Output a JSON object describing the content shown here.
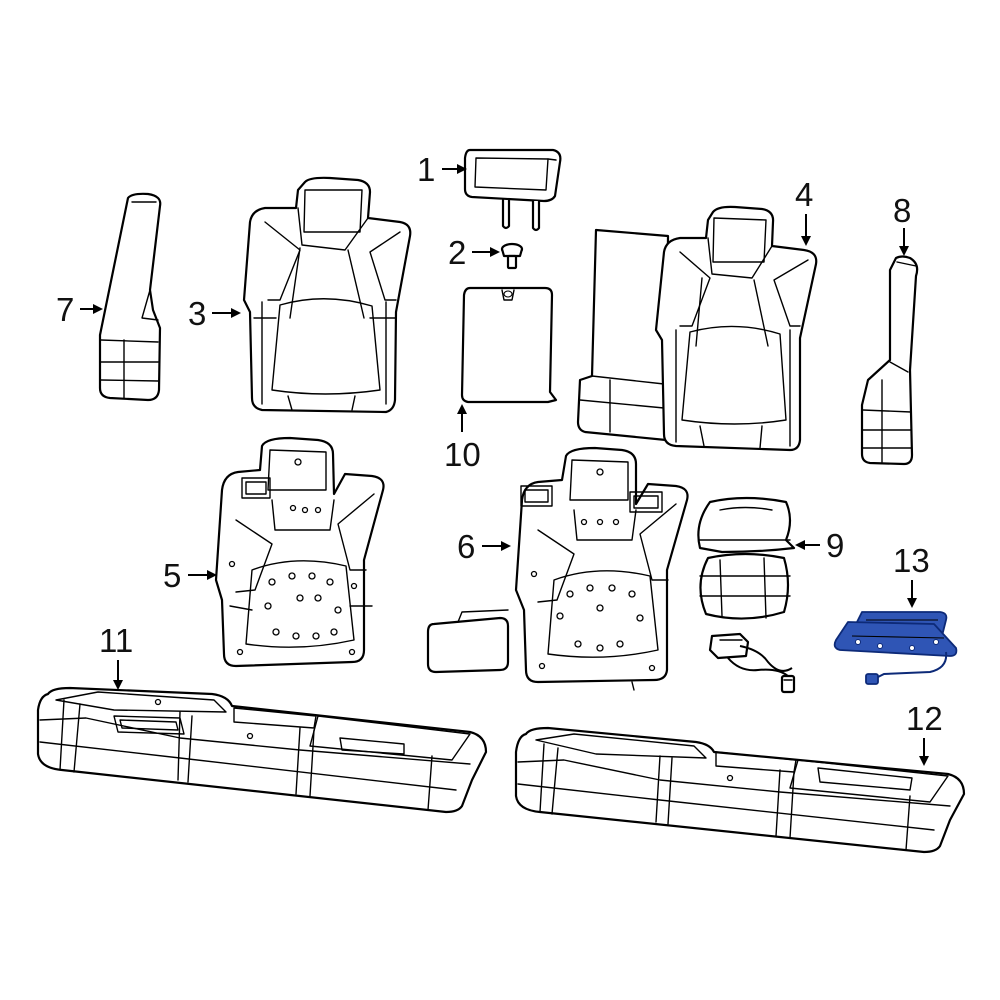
{
  "diagram": {
    "highlight_color": "#2f55b5",
    "highlight_stroke": "#0d2a78",
    "callouts": [
      {
        "id": "1",
        "label": "1"
      },
      {
        "id": "2",
        "label": "2"
      },
      {
        "id": "3",
        "label": "3"
      },
      {
        "id": "4",
        "label": "4"
      },
      {
        "id": "5",
        "label": "5"
      },
      {
        "id": "6",
        "label": "6"
      },
      {
        "id": "7",
        "label": "7"
      },
      {
        "id": "8",
        "label": "8"
      },
      {
        "id": "9",
        "label": "9"
      },
      {
        "id": "10",
        "label": "10"
      },
      {
        "id": "11",
        "label": "11"
      },
      {
        "id": "12",
        "label": "12"
      },
      {
        "id": "13",
        "label": "13"
      }
    ]
  }
}
